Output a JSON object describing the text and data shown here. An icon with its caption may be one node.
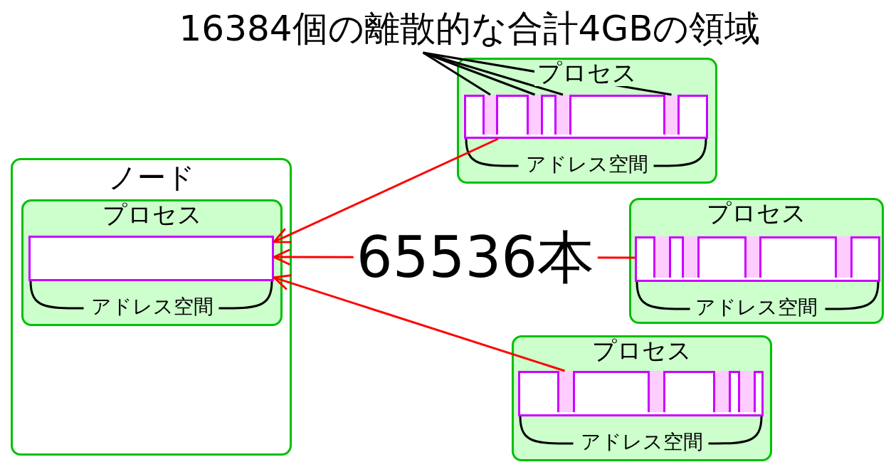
{
  "diagram": {
    "nodes": [
      {
        "text": [
          "ノード"
        ]
      },
      {
        "text": [
          "プロセス",
          "アドレス空間"
        ],
        "in": 0
      },
      {
        "text": [],
        "shape": "bar",
        "in": 1
      },
      {
        "text": [
          "16384個の離散的な合計4GBの領域"
        ]
      },
      {
        "text": [
          "プロセス",
          "アドレス空間"
        ]
      },
      {
        "text": [],
        "shape": "bar",
        "in": 4
      },
      {
        "text": [],
        "shape": "box",
        "in": 5
      },
      {
        "text": [],
        "shape": "box",
        "in": 5
      },
      {
        "text": [],
        "shape": "box",
        "in": 5
      },
      {
        "text": [],
        "shape": "box",
        "in": 5
      },
      {
        "text": [
          "プロセス",
          "アドレス空間"
        ]
      },
      {
        "text": [],
        "shape": "bar",
        "in": 10
      },
      {
        "text": [],
        "shape": "box",
        "in": 11
      },
      {
        "text": [],
        "shape": "box",
        "in": 11
      },
      {
        "text": [],
        "shape": "box",
        "in": 11
      },
      {
        "text": [],
        "shape": "box",
        "in": 11
      },
      {
        "text": [
          "プロセス",
          "アドレス空間"
        ]
      },
      {
        "text": [],
        "shape": "bar",
        "in": 16
      },
      {
        "text": [],
        "shape": "box",
        "in": 17
      },
      {
        "text": [],
        "shape": "box",
        "in": 17
      },
      {
        "text": [],
        "shape": "box",
        "in": 17
      },
      {
        "text": [],
        "shape": "box",
        "in": 17
      }
    ],
    "edges": [
      {
        "from": 3,
        "to": 6,
        "arrow": "none"
      },
      {
        "from": 3,
        "to": 7,
        "arrow": "none"
      },
      {
        "from": 3,
        "to": 8,
        "arrow": "none"
      },
      {
        "from": 3,
        "to": 9,
        "arrow": "none"
      },
      {
        "from": 5,
        "to": 2,
        "arrow": "to",
        "color": "#ff0000"
      },
      {
        "from": 11,
        "to": 2,
        "arrow": "to",
        "color": "#ff0000",
        "label": "65536本"
      },
      {
        "from": 17,
        "to": 2,
        "arrow": "to",
        "color": "#ff0000"
      }
    ]
  }
}
